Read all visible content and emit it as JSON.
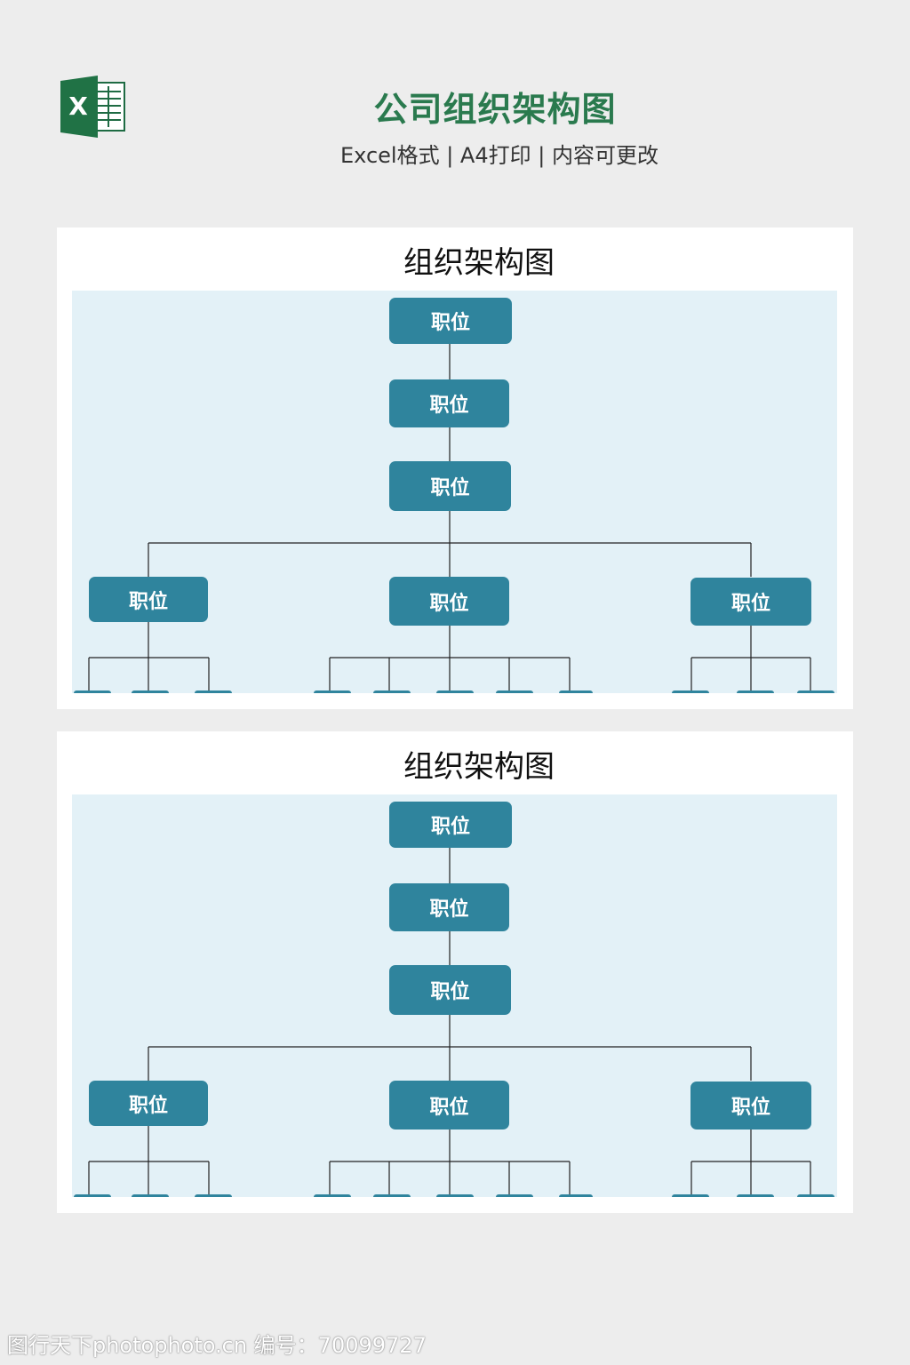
{
  "header": {
    "logo_icon": "excel-icon",
    "logo_letter": "X",
    "title": "公司组织架构图",
    "subtitle": "Excel格式 | A4打印 | 内容可更改"
  },
  "colors": {
    "title_green": "#2a7a4e",
    "node_fill": "#2f849d",
    "chart_bg": "#e3f1f7"
  },
  "sheets": [
    {
      "title": "组织架构图",
      "nodes": {
        "level1": "职位",
        "level2": "职位",
        "level3": "职位",
        "left": "职位",
        "center": "职位",
        "right": "职位"
      }
    },
    {
      "title": "组织架构图",
      "nodes": {
        "level1": "职位",
        "level2": "职位",
        "level3": "职位",
        "left": "职位",
        "center": "职位",
        "right": "职位"
      }
    }
  ],
  "watermark": "图行天下photophoto.cn 编号：70099727"
}
